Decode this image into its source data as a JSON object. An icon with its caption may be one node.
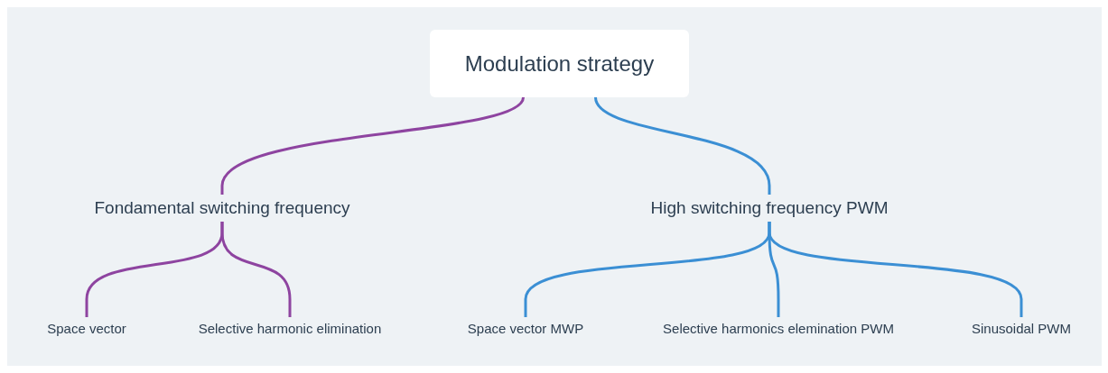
{
  "diagram": {
    "nodes": [
      {
        "text": [
          "Modulation strategy"
        ]
      },
      {
        "text": [
          "Fondamental switching frequency"
        ]
      },
      {
        "text": [
          "High switching frequency PWM"
        ]
      },
      {
        "text": [
          "Space vector"
        ]
      },
      {
        "text": [
          "Selective harmonic elimination"
        ]
      },
      {
        "text": [
          "Space vector MWP"
        ]
      },
      {
        "text": [
          "Selective harmonics elemination PWM"
        ]
      },
      {
        "text": [
          "Sinusoidal PWM"
        ]
      }
    ],
    "edges": [
      {
        "from": 0,
        "to": 1,
        "arrow": "none",
        "color": "#8e44a0"
      },
      {
        "from": 0,
        "to": 2,
        "arrow": "none"
      },
      {
        "from": 1,
        "to": 3,
        "arrow": "none",
        "color": "#8e44a0"
      },
      {
        "from": 1,
        "to": 4,
        "arrow": "none",
        "color": "#8e44a0"
      },
      {
        "from": 2,
        "to": 5,
        "arrow": "none"
      },
      {
        "from": 2,
        "to": 6,
        "arrow": "none"
      },
      {
        "from": 2,
        "to": 7,
        "arrow": "none"
      }
    ]
  }
}
